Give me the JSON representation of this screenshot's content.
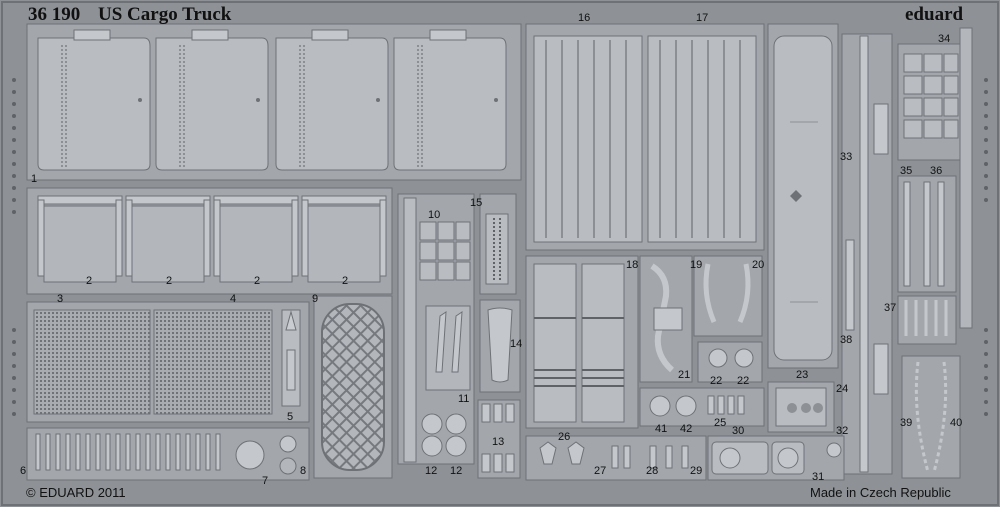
{
  "header": {
    "catalog_number": "36 190",
    "title": "US Cargo Truck",
    "brand": "eduard"
  },
  "footer": {
    "copyright": "© EDUARD 2011",
    "origin": "Made in Czech Republic"
  },
  "part_numbers": {
    "p1": "1",
    "p2": "2",
    "p3": "3",
    "p4": "4",
    "p5": "5",
    "p6": "6",
    "p7": "7",
    "p8": "8",
    "p9": "9",
    "p10": "10",
    "p11": "11",
    "p12": "12",
    "p13": "13",
    "p14": "14",
    "p15": "15",
    "p16": "16",
    "p17": "17",
    "p18": "18",
    "p19": "19",
    "p20": "20",
    "p21": "21",
    "p22": "22",
    "p23": "23",
    "p24": "24",
    "p25": "25",
    "p26": "26",
    "p27": "27",
    "p28": "28",
    "p29": "29",
    "p30": "30",
    "p31": "31",
    "p32": "32",
    "p33": "33",
    "p34": "34",
    "p35": "35",
    "p36": "36",
    "p37": "37",
    "p38": "38",
    "p39": "39",
    "p40": "40",
    "p41": "41",
    "p42": "42"
  },
  "colors": {
    "fret_background": "#8e9297",
    "part_fill": "#b9bdc2",
    "part_frame": "#a3a7ac",
    "edge_dark": "#5f6368"
  }
}
